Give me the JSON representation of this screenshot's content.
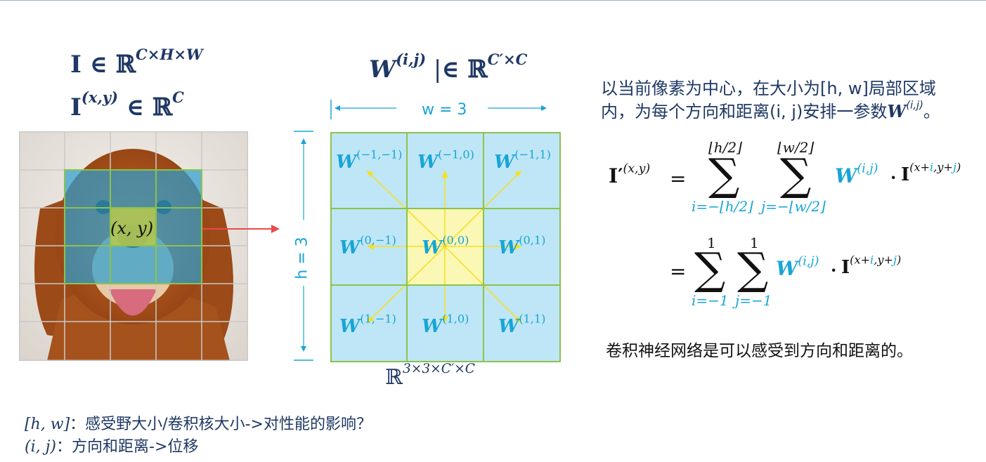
{
  "left_formula": {
    "line1_base": "I ∈ ℝ",
    "line1_sup": "C×H×W",
    "line2_base": "I",
    "line2_sup": "(x,y)",
    "line2_rest": " ∈ ℝ",
    "line2_sup2": "C"
  },
  "image": {
    "center_label": "(x, y)"
  },
  "kernel": {
    "title_base": "W",
    "title_sup": "(i,j)",
    "title_rest": "∈ ℝ",
    "title_sup2": "C′×C",
    "w_label": "w = 3",
    "h_label": "h = 3",
    "bottom_label_base": "ℝ",
    "bottom_label_sup": "3×3×C′×C",
    "cells": [
      {
        "base": "W",
        "sup": "(−1,−1)"
      },
      {
        "base": "W",
        "sup": "(−1,0)"
      },
      {
        "base": "W",
        "sup": "(−1,1)"
      },
      {
        "base": "W",
        "sup": "(0,−1)"
      },
      {
        "base": "W",
        "sup": "(0,0)"
      },
      {
        "base": "W",
        "sup": "(0,1)"
      },
      {
        "base": "W",
        "sup": "(1,−1)"
      },
      {
        "base": "W",
        "sup": "(1,0)"
      },
      {
        "base": "W",
        "sup": "(1,1)"
      }
    ]
  },
  "description": {
    "line1": "以当前像素为中心，在大小为[h, w]局部区域",
    "line2_a": "内，为每个方向和距离(i, j)安排一参数",
    "line2_w": "W",
    "line2_sup": "(i,j)",
    "line2_end": "。"
  },
  "equation": {
    "lhs_base": "I′",
    "lhs_sup": "(x,y)",
    "eq": "=",
    "sum1_upper": "⌊h/2⌋",
    "sum1_lower": "i=−⌊h/2⌋",
    "sum2_upper": "⌊w/2⌋",
    "sum2_lower": "j=−⌊w/2⌋",
    "term_w": "W",
    "term_w_sup": "(i,j)",
    "dot": "·",
    "term_i": "I",
    "term_i_sup_a": "(x+",
    "term_i_sup_b": "i",
    "term_i_sup_c": ",y+",
    "term_i_sup_d": "j",
    "term_i_sup_e": ")",
    "sum3_upper": "1",
    "sum3_lower": "i=−1",
    "sum4_upper": "1",
    "sum4_lower": "j=−1"
  },
  "conclusion": "卷积神经网络是可以感受到方向和距离的。",
  "notes": {
    "note1_math": "[h, w]",
    "note1_text": "：感受野大小/卷积核大小->对性能的影响？",
    "note2_math": "(i, j)",
    "note2_text": "：方向和距离->位移"
  },
  "colors": {
    "navy": "#1f3864",
    "cyan": "#18a5d6",
    "grid_green": "#8bc34a",
    "cell_blue": "#bfe6f6",
    "cell_yellow": "#fbf7b5",
    "arrow_red": "#e84a4a",
    "ray_yellow": "#f2e02b"
  }
}
